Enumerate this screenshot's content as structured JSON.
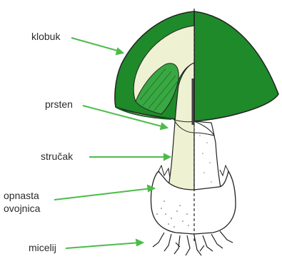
{
  "labels": {
    "cap": "klobuk",
    "ring": "prsten",
    "stem": "stručak",
    "volva_line1": "opnasta",
    "volva_line2": "ovojnica",
    "mycelium": "micelij"
  },
  "colors": {
    "cap_green": "#1f8a2a",
    "cap_inner_light": "#39a843",
    "flesh": "#eef2d2",
    "pointer": "#4cbb4a",
    "outline": "#222222"
  }
}
